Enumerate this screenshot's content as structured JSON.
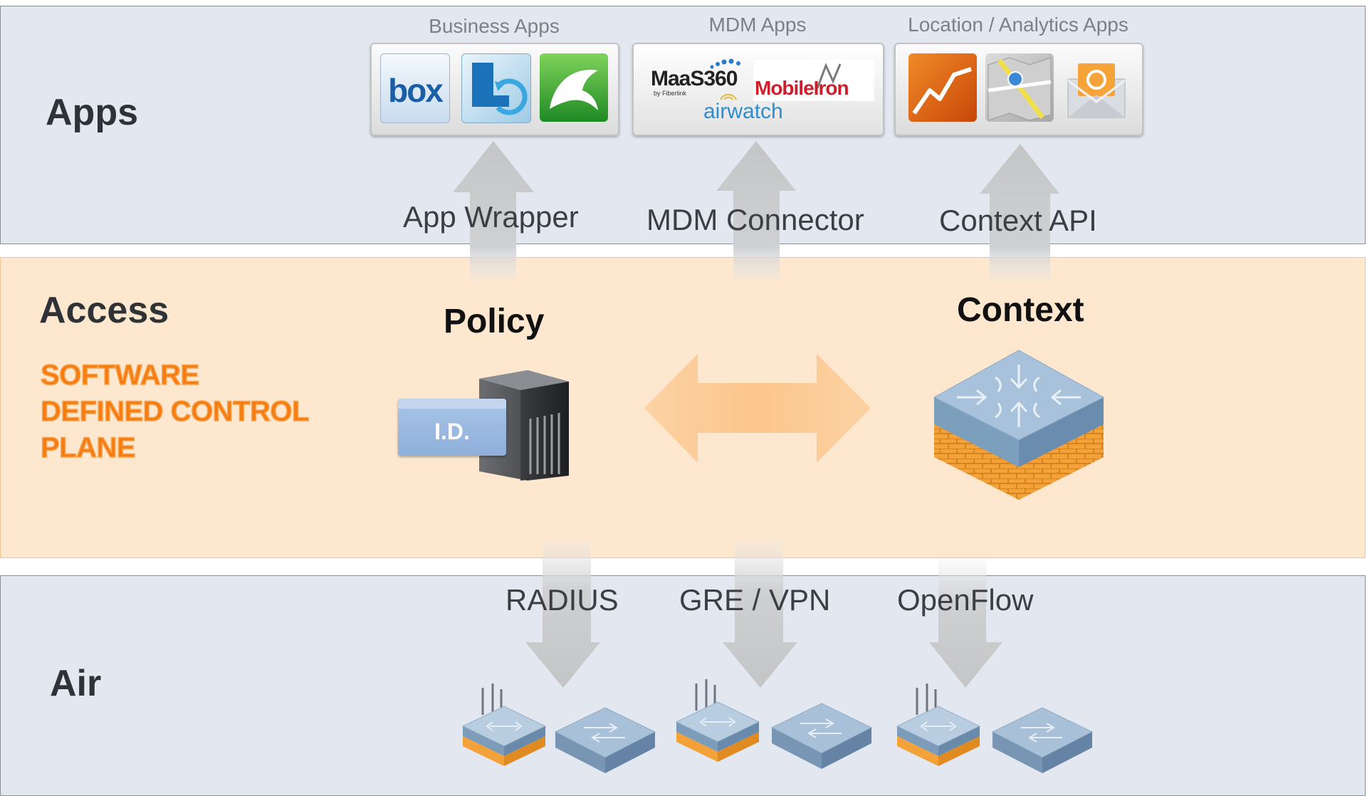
{
  "layers": {
    "apps": "Apps",
    "access": "Access",
    "air": "Air"
  },
  "sdcp_lines": [
    "SOFTWARE",
    "DEFINED CONTROL",
    "PLANE"
  ],
  "app_groups": [
    {
      "caption": "Business Apps",
      "icons": [
        "box-app-icon",
        "lync-app-icon",
        "dolphin-browser-icon"
      ]
    },
    {
      "caption": "MDM Apps",
      "icons": [
        "maas360-logo",
        "mobileiron-logo",
        "airwatch-logo"
      ]
    },
    {
      "caption": "Location / Analytics Apps",
      "icons": [
        "analytics-chart-icon",
        "maps-icon",
        "email-icon"
      ]
    }
  ],
  "logo_text": {
    "box": "box",
    "maas360": "MaaS360",
    "maas360_sub": "by Fiberlink",
    "mobileiron": "MobileIron",
    "airwatch": "airwatch",
    "id_card": "I.D."
  },
  "interfaces_up": [
    "App Wrapper",
    "MDM Connector",
    "Context API"
  ],
  "nodes": {
    "policy": "Policy",
    "context": "Context"
  },
  "interfaces_down": [
    "RADIUS",
    "GRE / VPN",
    "OpenFlow"
  ],
  "colors": {
    "band_blue": "#e3e8f0",
    "band_orange": "#fde7cf",
    "sdcp_orange": "#f47c12",
    "arrow_gray": "#c9cacb",
    "arrow_orange": "#fbc48a"
  }
}
